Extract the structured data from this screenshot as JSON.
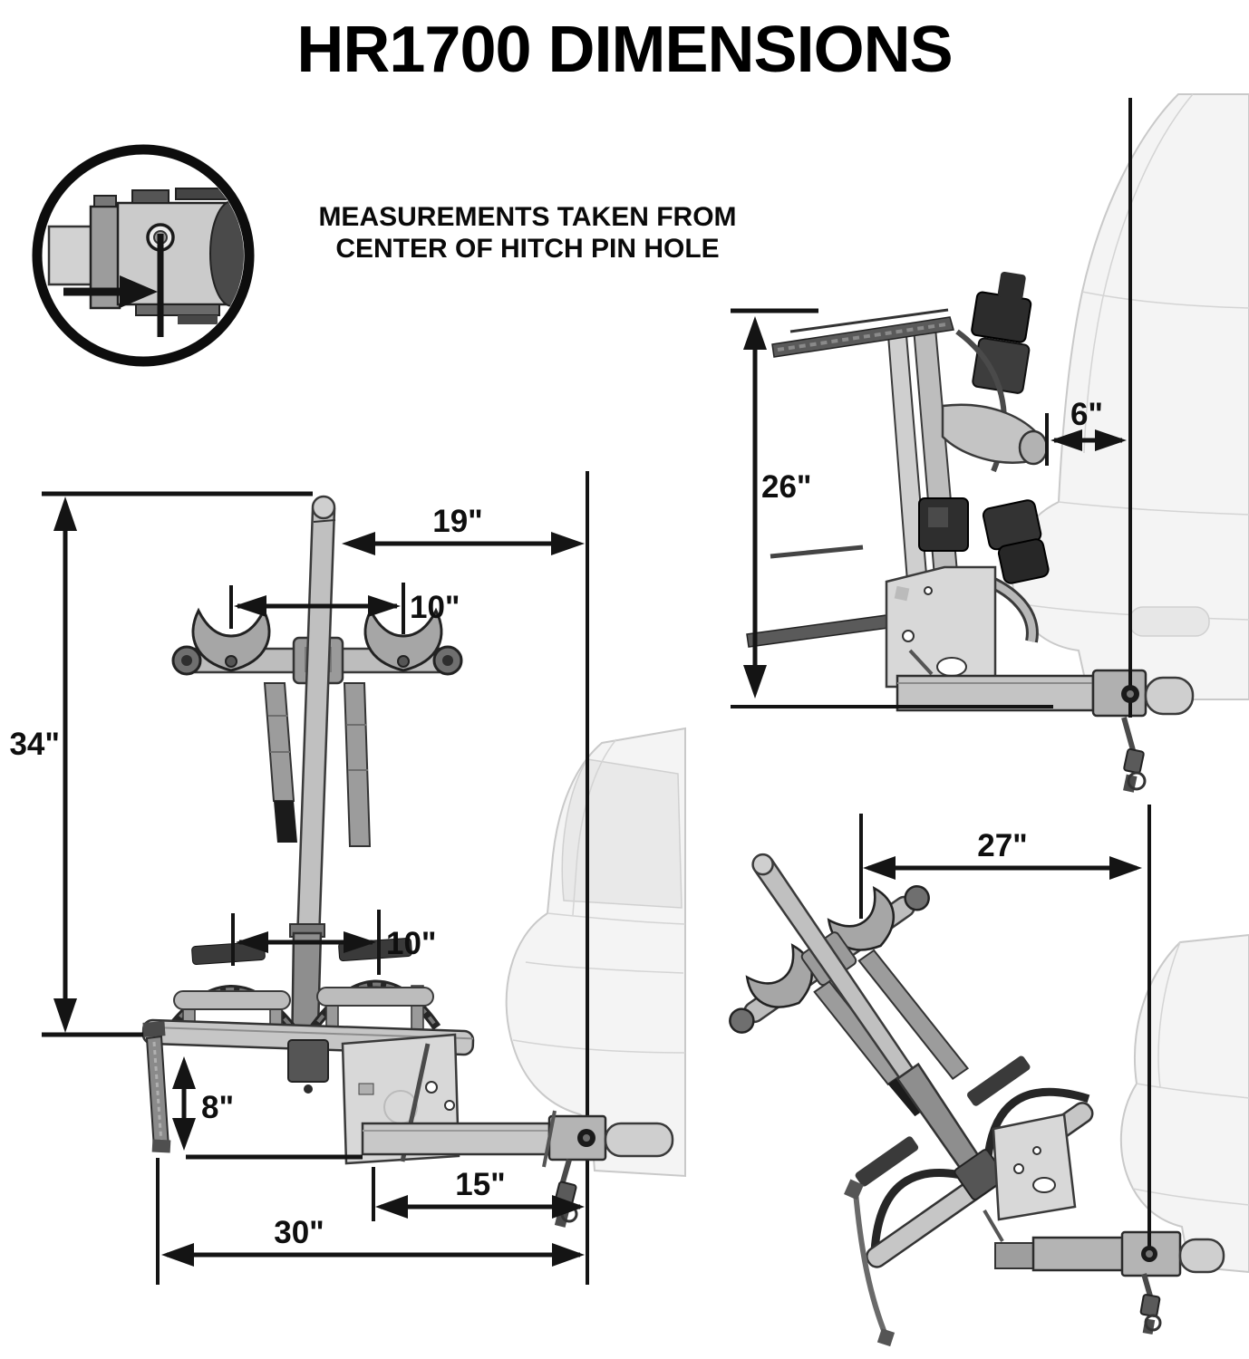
{
  "title": "HR1700 DIMENSIONS",
  "note": {
    "line1": "MEASUREMENTS TAKEN FROM",
    "line2": "CENTER OF HITCH PIN HOLE"
  },
  "front": {
    "d34": "34\"",
    "d19": "19\"",
    "d10a": "10\"",
    "d10b": "10\"",
    "d8": "8\"",
    "d15": "15\"",
    "d30": "30\""
  },
  "folded": {
    "d26": "26\"",
    "d6": "6\""
  },
  "tilted": {
    "d27": "27\""
  },
  "colors": {
    "line": "#141414",
    "tube": "#bdbdbd",
    "tube_dark": "#8e8e8e",
    "strap": "#9c9c9c",
    "black_parts": "#2c2c2c",
    "plate": "#d8d8d8",
    "vehicle_fill": "#f4f4f4",
    "vehicle_line": "#c9c9c9",
    "background": "#ffffff"
  }
}
